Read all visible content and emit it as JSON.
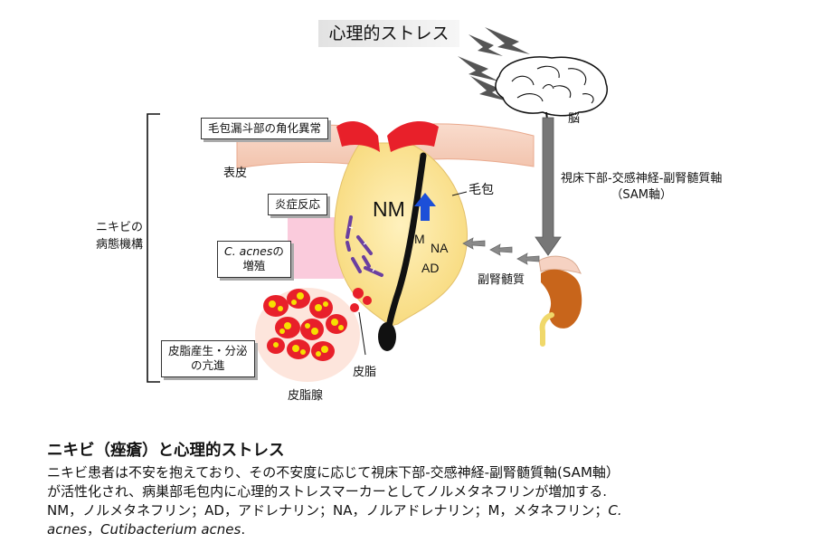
{
  "diagram": {
    "stress_title": "心理的ストレス",
    "brain_label": "脳",
    "axis_label_1": "視床下部‐交感神経‐副腎髄質軸",
    "axis_label_2": "（SAM軸）",
    "adrenal_label": "副腎髄質",
    "follicle_label": "毛包",
    "epidermis_label": "表皮",
    "bracket_label_1": "ニキビの",
    "bracket_label_2": "病態機構",
    "box_keratinization": "毛包漏斗部の角化異常",
    "box_inflammation": "炎症反応",
    "box_cacnes_italic": "C. acnes",
    "box_cacnes_rest": "の",
    "box_cacnes_line2": "増殖",
    "box_sebum_1": "皮脂産生・分泌",
    "box_sebum_2": "の亢進",
    "sebum_label": "皮脂",
    "sebaceous_gland_label": "皮脂腺",
    "hormone_nm": "NM",
    "hormone_m": "M",
    "hormone_na": "NA",
    "hormone_ad": "AD"
  },
  "caption": {
    "title": "ニキビ（痤瘡）と心理的ストレス",
    "line1": "ニキビ患者は不安を抱えており、その不安度に応じて視床下部‐交感神経‐副腎髄質軸(SAM軸）",
    "line2": "が活性化され、病巣部毛包内に心理的ストレスマーカーとしてノルメタネフリンが増加する.",
    "line3": "NM，ノルメタネフリン；AD，アドレナリン；NA，ノルアドレナリン；M，メタネフリン；",
    "line3_italic": "C.",
    "line4_italic_1": "acnes",
    "line4_sep": "，",
    "line4_italic_2": "Cutibacterium acnes",
    "line4_end": "."
  },
  "colors": {
    "skin": "#f6d2c2",
    "keratin": "#e8202a",
    "follicle": "#fbe39a",
    "inflammation": "#f9c2d6",
    "bacteria": "#6a3fa0",
    "nm_arrow": "#1c4fd8",
    "sebocyte": "#e8202a",
    "lipid": "#f6e000",
    "kidney": "#c8651b",
    "gray_arrows": "#8a8a8a"
  }
}
